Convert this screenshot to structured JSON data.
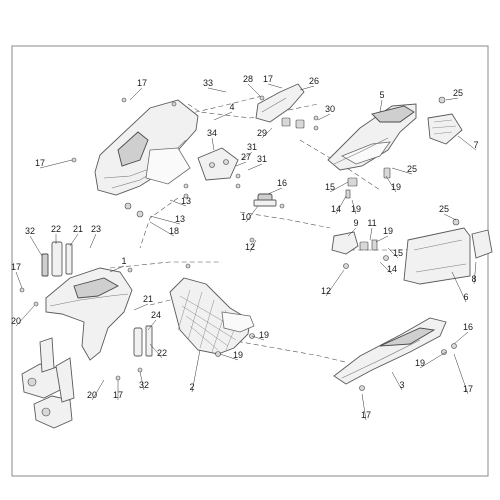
{
  "diagram": {
    "style": "exploded parts diagram",
    "colors": {
      "stroke": "#5a5a5a",
      "fill": "#f1f1f1",
      "frame": "#8a8a8a",
      "text": "#1a1a1a"
    },
    "callouts": [
      {
        "label": "17"
      },
      {
        "label": "33"
      },
      {
        "label": "28"
      },
      {
        "label": "17"
      },
      {
        "label": "26"
      },
      {
        "label": "4"
      },
      {
        "label": "30"
      },
      {
        "label": "5"
      },
      {
        "label": "25"
      },
      {
        "label": "7"
      },
      {
        "label": "17"
      },
      {
        "label": "34"
      },
      {
        "label": "29"
      },
      {
        "label": "31"
      },
      {
        "label": "27"
      },
      {
        "label": "31"
      },
      {
        "label": "25"
      },
      {
        "label": "16"
      },
      {
        "label": "15"
      },
      {
        "label": "19"
      },
      {
        "label": "13"
      },
      {
        "label": "14"
      },
      {
        "label": "19"
      },
      {
        "label": "10"
      },
      {
        "label": "13"
      },
      {
        "label": "18"
      },
      {
        "label": "25"
      },
      {
        "label": "9"
      },
      {
        "label": "11"
      },
      {
        "label": "19"
      },
      {
        "label": "12"
      },
      {
        "label": "32"
      },
      {
        "label": "22"
      },
      {
        "label": "21"
      },
      {
        "label": "23"
      },
      {
        "label": "14"
      },
      {
        "label": "15"
      },
      {
        "label": "1"
      },
      {
        "label": "17"
      },
      {
        "label": "8"
      },
      {
        "label": "12"
      },
      {
        "label": "6"
      },
      {
        "label": "21"
      },
      {
        "label": "24"
      },
      {
        "label": "20"
      },
      {
        "label": "19"
      },
      {
        "label": "16"
      },
      {
        "label": "22"
      },
      {
        "label": "19"
      },
      {
        "label": "19"
      },
      {
        "label": "2"
      },
      {
        "label": "17"
      },
      {
        "label": "20"
      },
      {
        "label": "32"
      },
      {
        "label": "17"
      },
      {
        "label": "3"
      },
      {
        "label": "17"
      }
    ]
  }
}
